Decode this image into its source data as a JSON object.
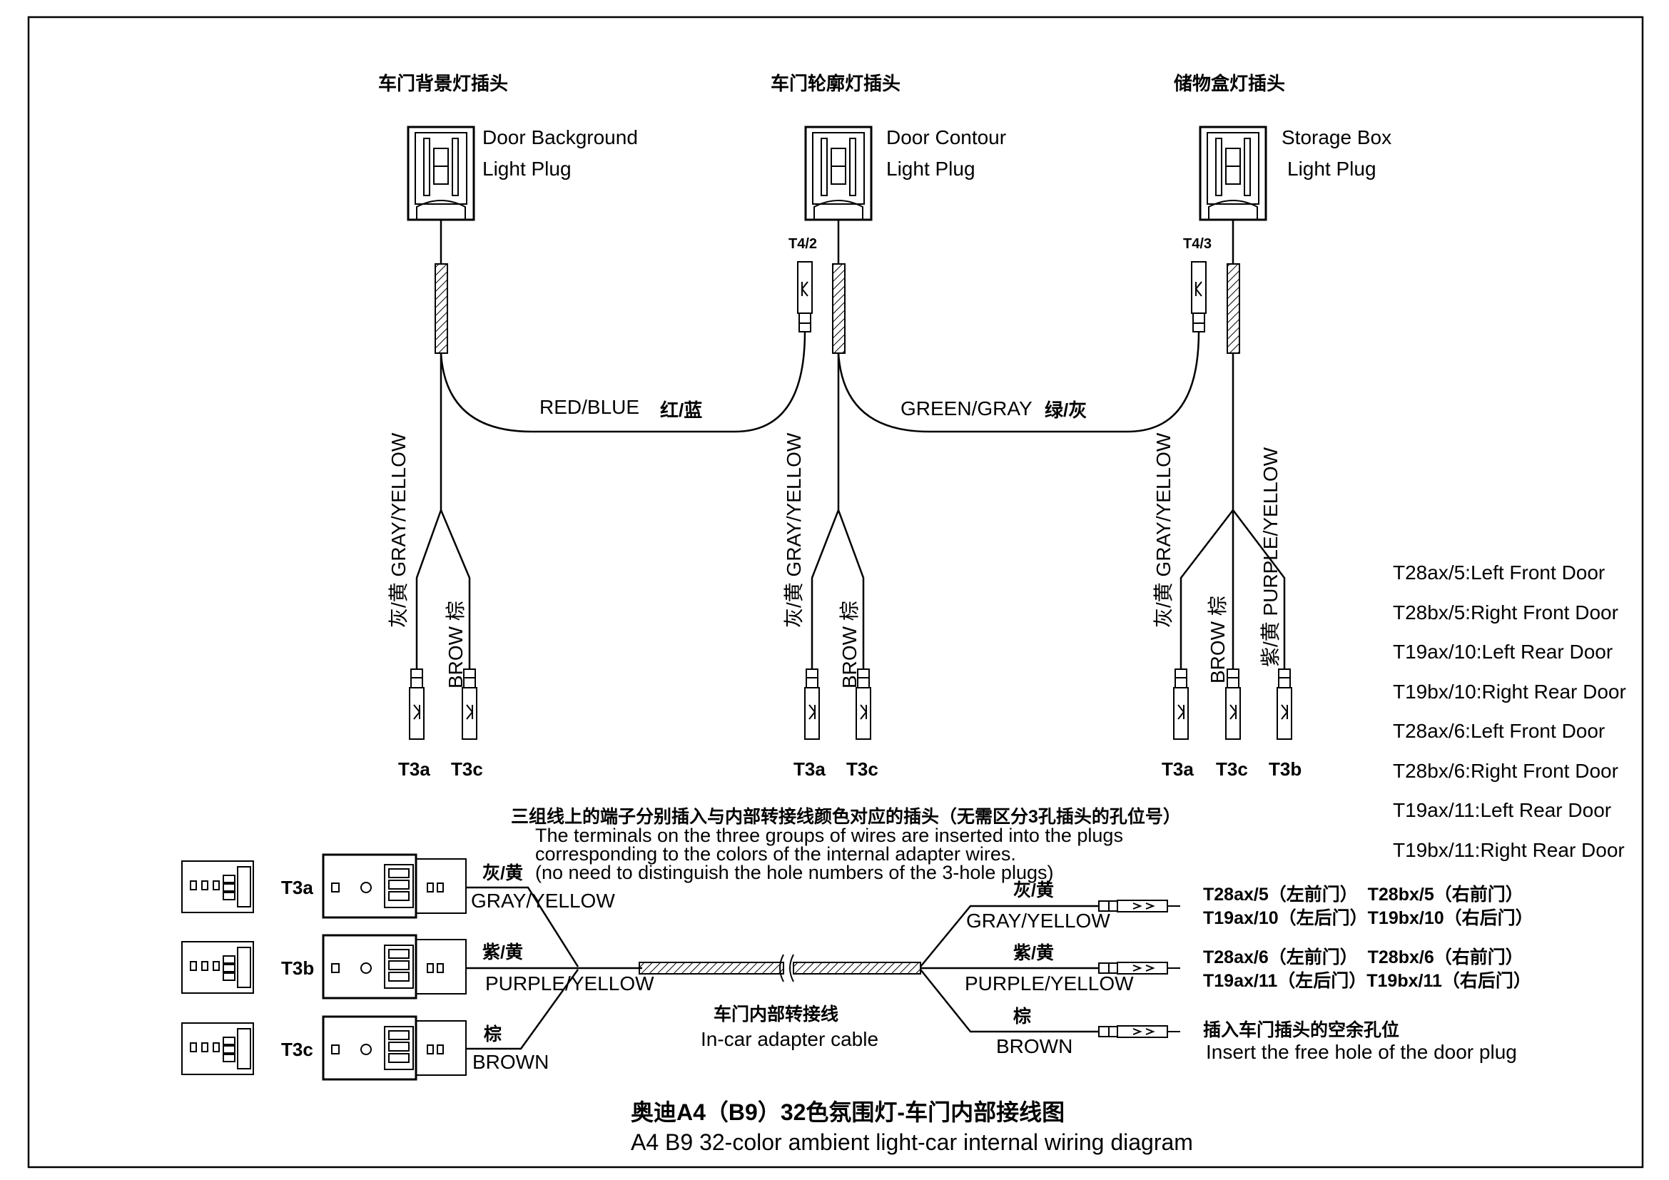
{
  "plugs": [
    {
      "cn": "车门背景灯插头",
      "en1": "Door Background",
      "en2": "Light Plug"
    },
    {
      "cn": "车门轮廓灯插头",
      "en1": "Door Contour",
      "en2": "Light Plug"
    },
    {
      "cn": "储物盒灯插头",
      "en1": "Storage Box",
      "en2": "Light Plug"
    }
  ],
  "terminals": {
    "t4_2": "T4/2",
    "t4_3": "T4/3",
    "t3a": "T3a",
    "t3b": "T3b",
    "t3c": "T3c"
  },
  "wires": {
    "red_blue_en": "RED/BLUE",
    "red_blue_cn": "红/蓝",
    "green_gray_en": "GREEN/GRAY",
    "green_gray_cn": "绿/灰",
    "gray_yellow_v": "灰/黄 GRAY/YELLOW",
    "brow_v": "BROW 棕",
    "purple_yellow_v": "紫/黄 PURPLE/YELLOW"
  },
  "legend": [
    "T28ax/5:Left Front Door",
    "T28bx/5:Right Front Door",
    "T19ax/10:Left Rear Door",
    "T19bx/10:Right Rear Door",
    "T28ax/6:Left Front Door",
    "T28bx/6:Right Front Door",
    "T19ax/11:Left Rear Door",
    "T19bx/11:Right Rear Door"
  ],
  "note": {
    "cn": "三组线上的端子分别插入与内部转接线颜色对应的插头（无需区分3孔插头的孔位号）",
    "en1": "The terminals on the three groups of wires are inserted into the plugs",
    "en2": "corresponding to the colors of the internal adapter wires.",
    "en3": "(no need to distinguish the hole numbers of the 3-hole plugs)"
  },
  "adapter": {
    "gray_yellow_cn": "灰/黄",
    "gray_yellow_en": "GRAY/YELLOW",
    "purple_yellow_cn": "紫/黄",
    "purple_yellow_en": "PURPLE/YELLOW",
    "brown_cn": "棕",
    "brown_en": "BROWN",
    "cable_cn": "车门内部转接线",
    "cable_en": "In-car adapter cable"
  },
  "right_labels": {
    "row1a": "T28ax/5（左前门）  T28bx/5（右前门）",
    "row1b": "T19ax/10（左后门）T19bx/10（右后门）",
    "row2a": "T28ax/6（左前门）  T28bx/6（右前门）",
    "row2b": "T19ax/11（左后门）T19bx/11（右后门）",
    "row3_cn": "插入车门插头的空余孔位",
    "row3_en": "Insert the free hole of the door plug"
  },
  "title": {
    "cn": "奥迪A4（B9）32色氛围灯-车门内部接线图",
    "en": "A4 B9 32-color ambient light-car internal wiring diagram"
  }
}
